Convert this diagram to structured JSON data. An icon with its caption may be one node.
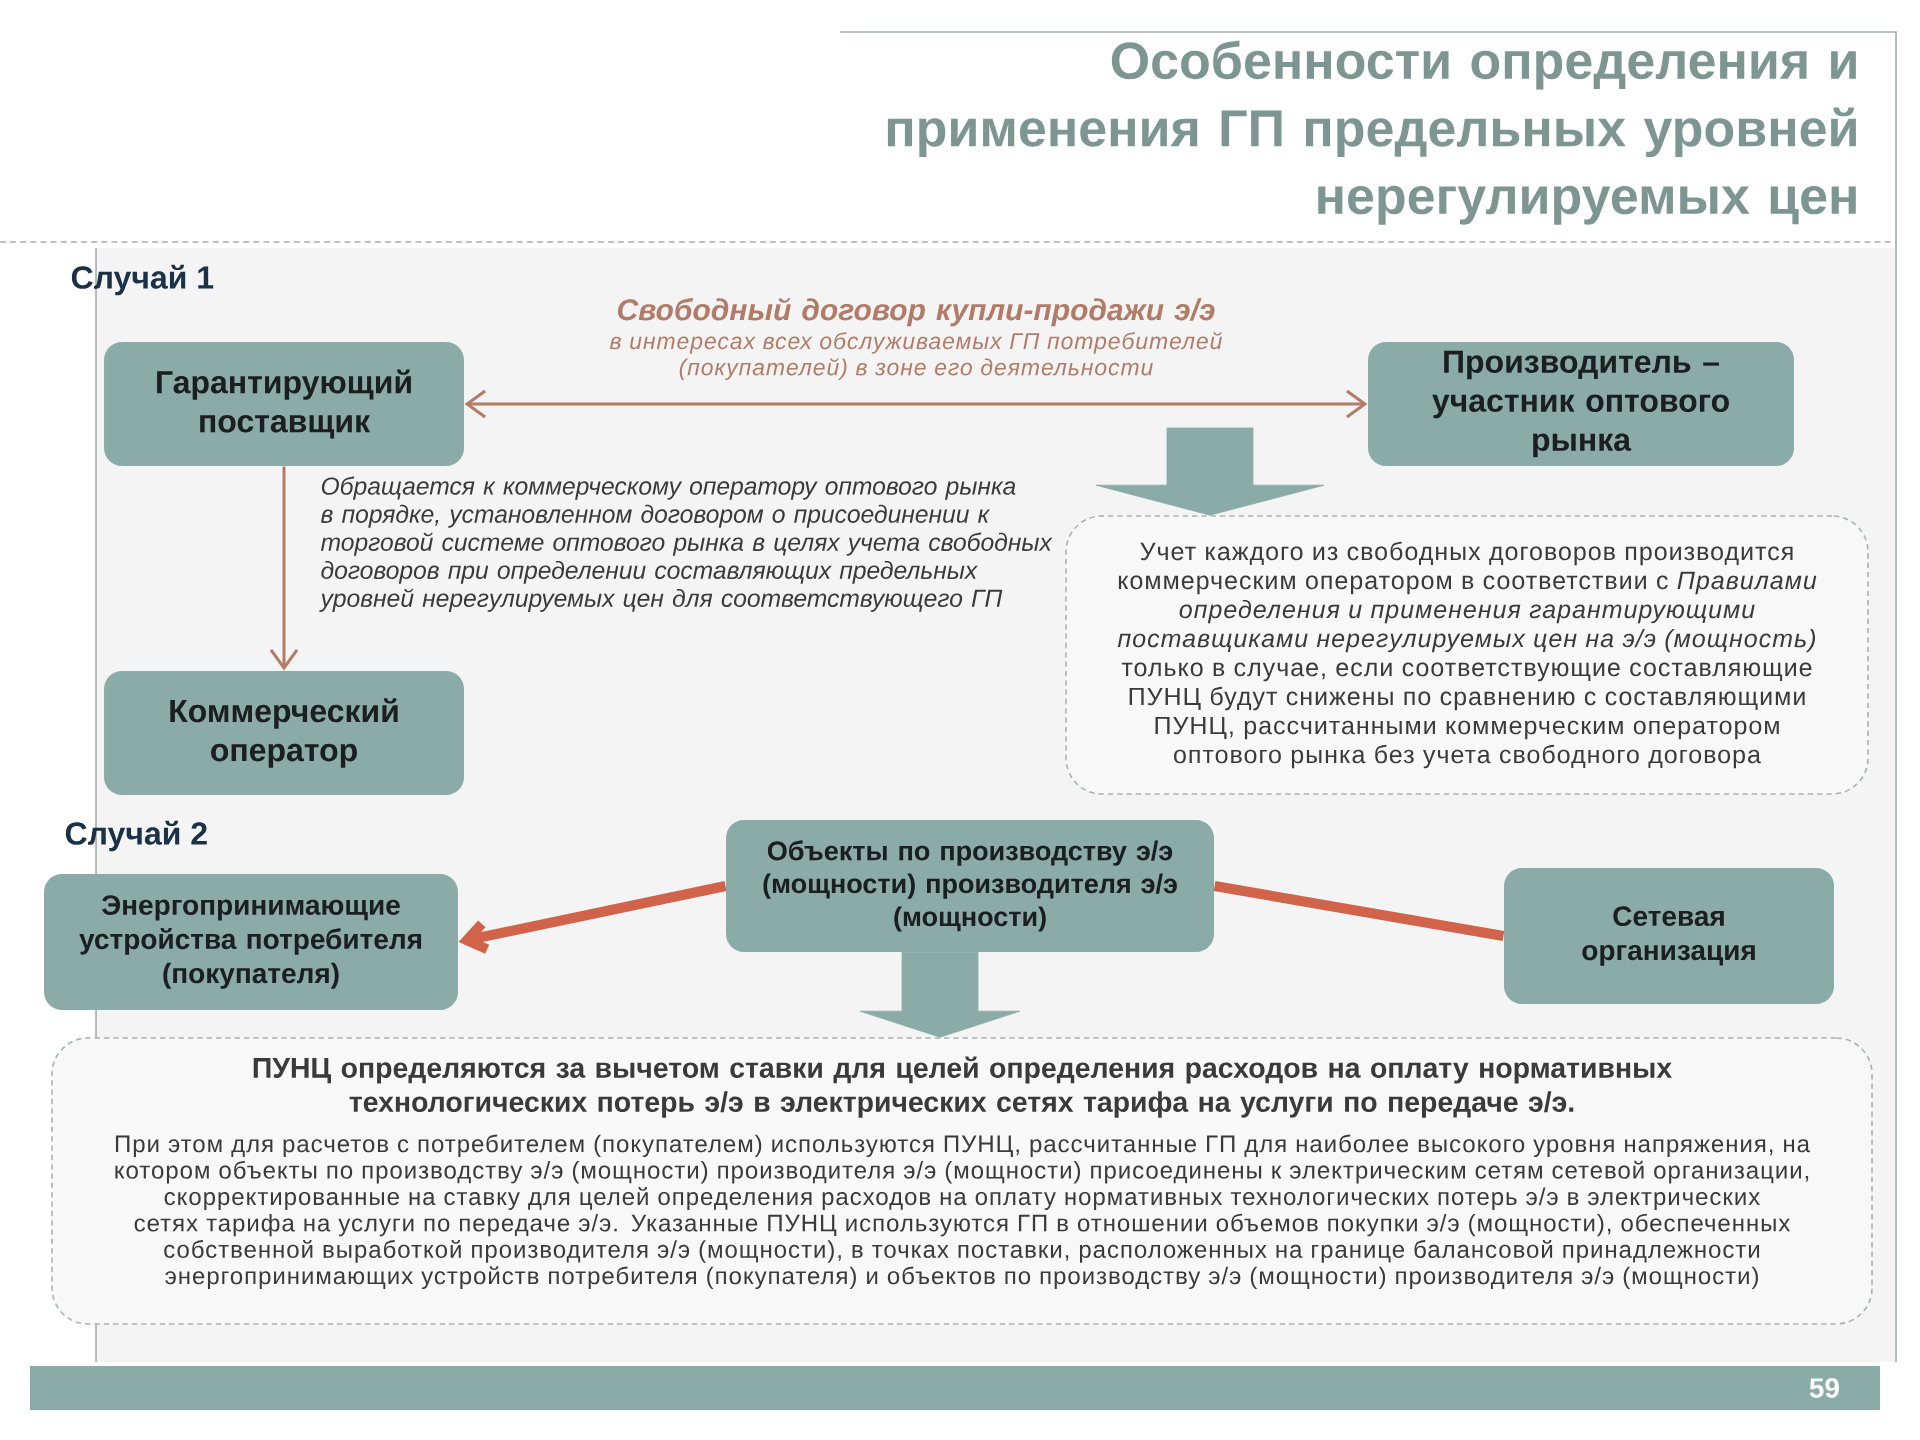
{
  "diagram": {
    "title": "Особенности определения и применения ГП предельных уровней нерегулируемых цен",
    "nodes": [
      {
        "text": [
          "Гарантирующий поставщик"
        ]
      },
      {
        "text": [
          "Производитель – участник оптового рынка"
        ]
      },
      {
        "text": [
          "Коммерческий оператор"
        ]
      },
      {
        "text": [
          "Учет каждого из свободных договоров производится коммерческим оператором в соответствии с *Правилами определения и применения гарантирующими поставщиками нерегулируемых цен на э/э (мощность)* только в случае, если соответствующие составляющие ПУНЦ будут снижены по сравнению с составляющими ПУНЦ, рассчитанными коммерческим оператором оптового рынка без учета свободного договора"
        ]
      },
      {
        "text": [
          "Энергопринимающие устройства потребителя (покупателя)"
        ]
      },
      {
        "text": [
          "Объекты по производству э/э (мощности) производителя э/э (мощности)"
        ]
      },
      {
        "text": [
          "Сетевая организация"
        ]
      },
      {
        "text": [
          "ПУНЦ определяются за вычетом ставки для целей определения расходов на оплату нормативных технологических потерь э/э в электрических сетях тарифа на услуги по передаче э/э.",
          "При этом для расчетов с потребителем (покупателем) используются ПУНЦ, рассчитанные ГП для наиболее высокого уровня напряжения, на котором объекты по производству э/э (мощности) производителя э/э (мощности) присоединены к электрическим сетям сетевой организации, скорректированные на ставку для целей определения расходов на оплату нормативных технологических потерь э/э в электрических сетях тарифа на услуги по передаче э/э. Указанные ПУНЦ используются ГП в отношении объемов покупки э/э (мощности), обеспеченных собственной выработкой производителя э/э (мощности), в точках поставки, расположенных на границе балансовой принадлежности энергопринимающих устройств потребителя (покупателя) и объектов по производству э/э (мощности) производителя э/э (мощности)"
        ]
      },
      {
        "text": [
          "59"
        ]
      }
    ],
    "edges": [
      {
        "from": 0,
        "to": 1,
        "arrow": "both",
        "label": "Свободный договор купли-продажи э/э"
      },
      {
        "from": 0,
        "to": 2,
        "arrow": "to",
        "label": "Обращается к коммерческому оператору оптового рынка в порядке, установленном договором о присоединении к торговой системе оптового рынка в целях учета свободных договоров при определении составляющих предельных уровней нерегулируемых цен для соответствующего ГП"
      },
      {
        "from": null,
        "to": 3,
        "arrow": "to",
        "style": "thick",
        "color": "#8baba7"
      },
      {
        "from": 5,
        "to": 4,
        "arrow": "to",
        "style": "thick",
        "color": "#d2634b"
      },
      {
        "from": 5,
        "to": 6,
        "arrow": "none",
        "style": "thick",
        "color": "#d2634b"
      },
      {
        "from": 5,
        "to": 7,
        "arrow": "to",
        "style": "thick",
        "color": "#8baba7"
      }
    ],
    "labels": [
      "Случай 1",
      "в интересах всех обслуживаемых ГП потребителей (покупателей) в зоне его деятельности",
      "Случай 2"
    ]
  }
}
